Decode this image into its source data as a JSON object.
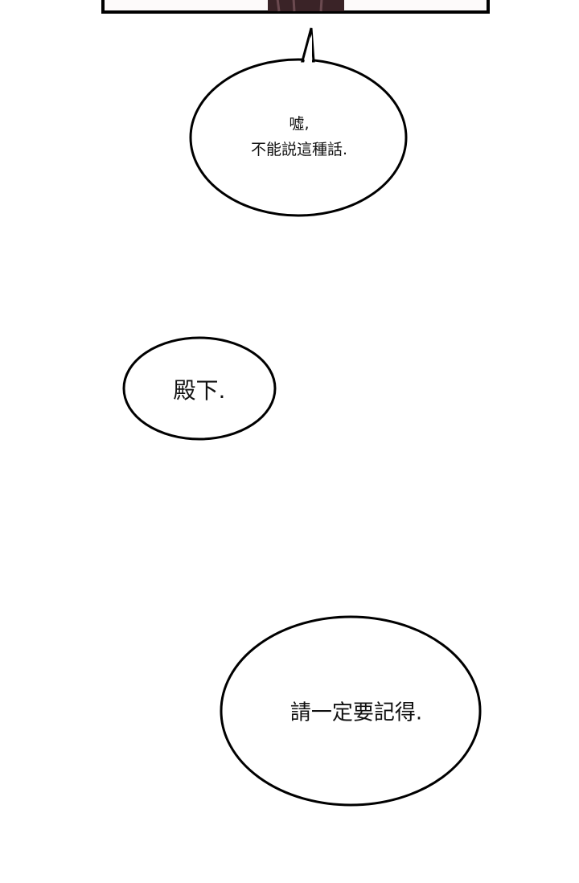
{
  "bubbles": [
    {
      "text": "噓,\n不能説這種話."
    },
    {
      "text": "殿下."
    },
    {
      "text": "請一定要記得."
    }
  ]
}
